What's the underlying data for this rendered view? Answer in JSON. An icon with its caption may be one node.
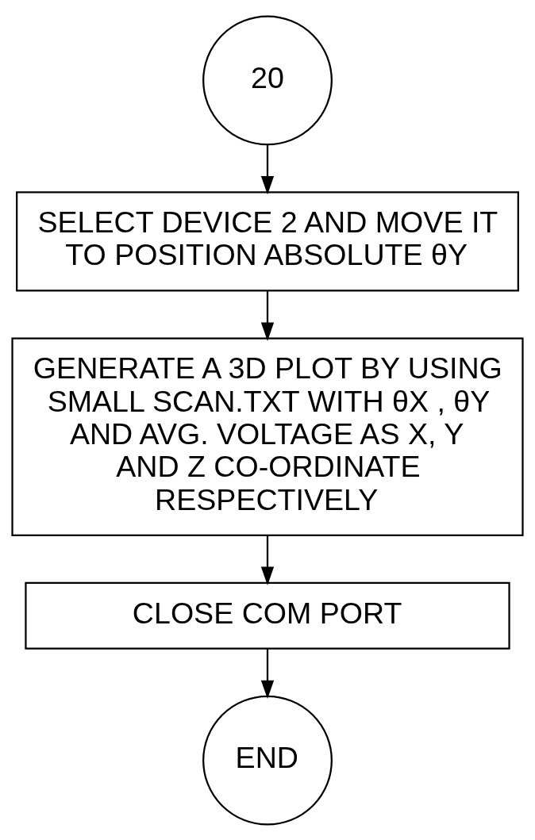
{
  "diagram": {
    "nodes": [
      {
        "text": [
          "20"
        ]
      },
      {
        "text": [
          "SELECT DEVICE 2 AND MOVE IT TO POSITION ABSOLUTE θY"
        ]
      },
      {
        "text": [
          "GENERATE A 3D PLOT BY USING SMALL SCAN.TXT WITH θX , θY AND AVG. VOLTAGE AS X, Y AND Z CO-ORDINATE RESPECTIVELY"
        ]
      },
      {
        "text": [
          "CLOSE COM PORT"
        ]
      },
      {
        "text": [
          "END"
        ]
      }
    ],
    "edges": [
      {
        "from": 0,
        "to": 1,
        "arrow": "to"
      },
      {
        "from": 1,
        "to": 2,
        "arrow": "to"
      },
      {
        "from": 2,
        "to": 3,
        "arrow": "to"
      },
      {
        "from": 3,
        "to": 4,
        "arrow": "to"
      }
    ]
  }
}
